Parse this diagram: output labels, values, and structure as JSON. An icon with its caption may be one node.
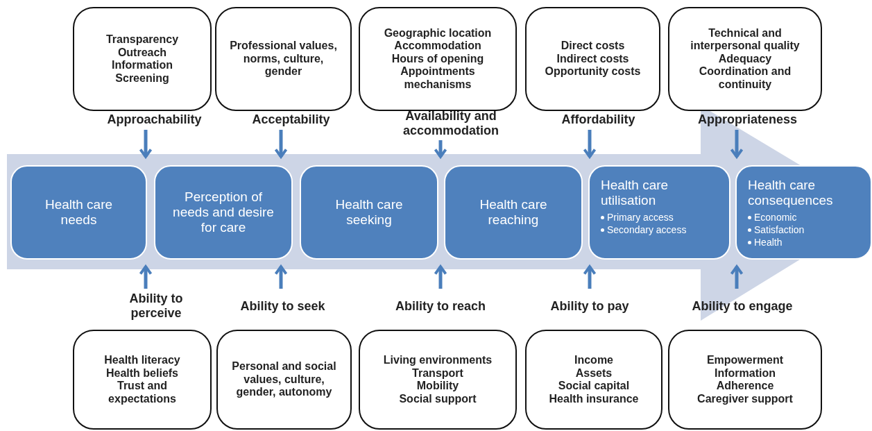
{
  "diagram": {
    "nodes": [
      {
        "text": [
          "Transparency",
          "Outreach",
          "Information",
          "Screening"
        ]
      },
      {
        "text": [
          "Professional values, norms, culture, gender"
        ]
      },
      {
        "text": [
          "Geographic location",
          "Accommodation",
          "Hours of opening",
          "Appointments mechanisms"
        ]
      },
      {
        "text": [
          "Direct costs",
          "Indirect costs",
          "Opportunity costs"
        ]
      },
      {
        "text": [
          "Technical and interpersonal quality",
          "Adequacy",
          "Coordination and continuity"
        ]
      },
      {
        "text": [
          "Approachability"
        ]
      },
      {
        "text": [
          "Acceptability"
        ]
      },
      {
        "text": [
          "Availability and accommodation"
        ]
      },
      {
        "text": [
          "Affordability"
        ]
      },
      {
        "text": [
          "Appropriateness"
        ]
      },
      {
        "text": [
          "Health care needs"
        ],
        "in": 26
      },
      {
        "text": [
          "Perception of needs and desire for care"
        ],
        "in": 26
      },
      {
        "text": [
          "Health care seeking"
        ],
        "in": 26
      },
      {
        "text": [
          "Health care reaching"
        ],
        "in": 26
      },
      {
        "text": [
          "Health care utilisation",
          "Primary access",
          "Secondary access"
        ],
        "in": 26
      },
      {
        "text": [
          "Health care consequences",
          "Economic",
          "Satisfaction",
          "Health"
        ],
        "in": 26
      },
      {
        "text": [
          "Ability to perceive"
        ]
      },
      {
        "text": [
          "Ability to seek"
        ]
      },
      {
        "text": [
          "Ability to reach"
        ]
      },
      {
        "text": [
          "Ability to pay"
        ]
      },
      {
        "text": [
          "Ability to engage"
        ]
      },
      {
        "text": [
          "Health literacy",
          "Health beliefs",
          "Trust and expectations"
        ]
      },
      {
        "text": [
          "Personal and social values, culture, gender, autonomy"
        ]
      },
      {
        "text": [
          "Living environments",
          "Transport",
          "Mobility",
          "Social support"
        ]
      },
      {
        "text": [
          "Income",
          "Assets",
          "Social capital",
          "Health insurance"
        ]
      },
      {
        "text": [
          "Empowerment",
          "Information",
          "Adherence",
          "Caregiver support"
        ]
      },
      {
        "text": [],
        "shape": "arrow"
      }
    ],
    "edges": [
      {
        "from": 5,
        "to": 26,
        "arrow": "to"
      },
      {
        "from": 6,
        "to": 26,
        "arrow": "to"
      },
      {
        "from": 7,
        "to": 26,
        "arrow": "to"
      },
      {
        "from": 8,
        "to": 26,
        "arrow": "to"
      },
      {
        "from": 9,
        "to": 26,
        "arrow": "to"
      },
      {
        "from": 16,
        "to": 26,
        "arrow": "to"
      },
      {
        "from": 17,
        "to": 26,
        "arrow": "to"
      },
      {
        "from": 18,
        "to": 26,
        "arrow": "to"
      },
      {
        "from": 19,
        "to": 26,
        "arrow": "to"
      },
      {
        "from": 20,
        "to": 26,
        "arrow": "to"
      }
    ]
  }
}
